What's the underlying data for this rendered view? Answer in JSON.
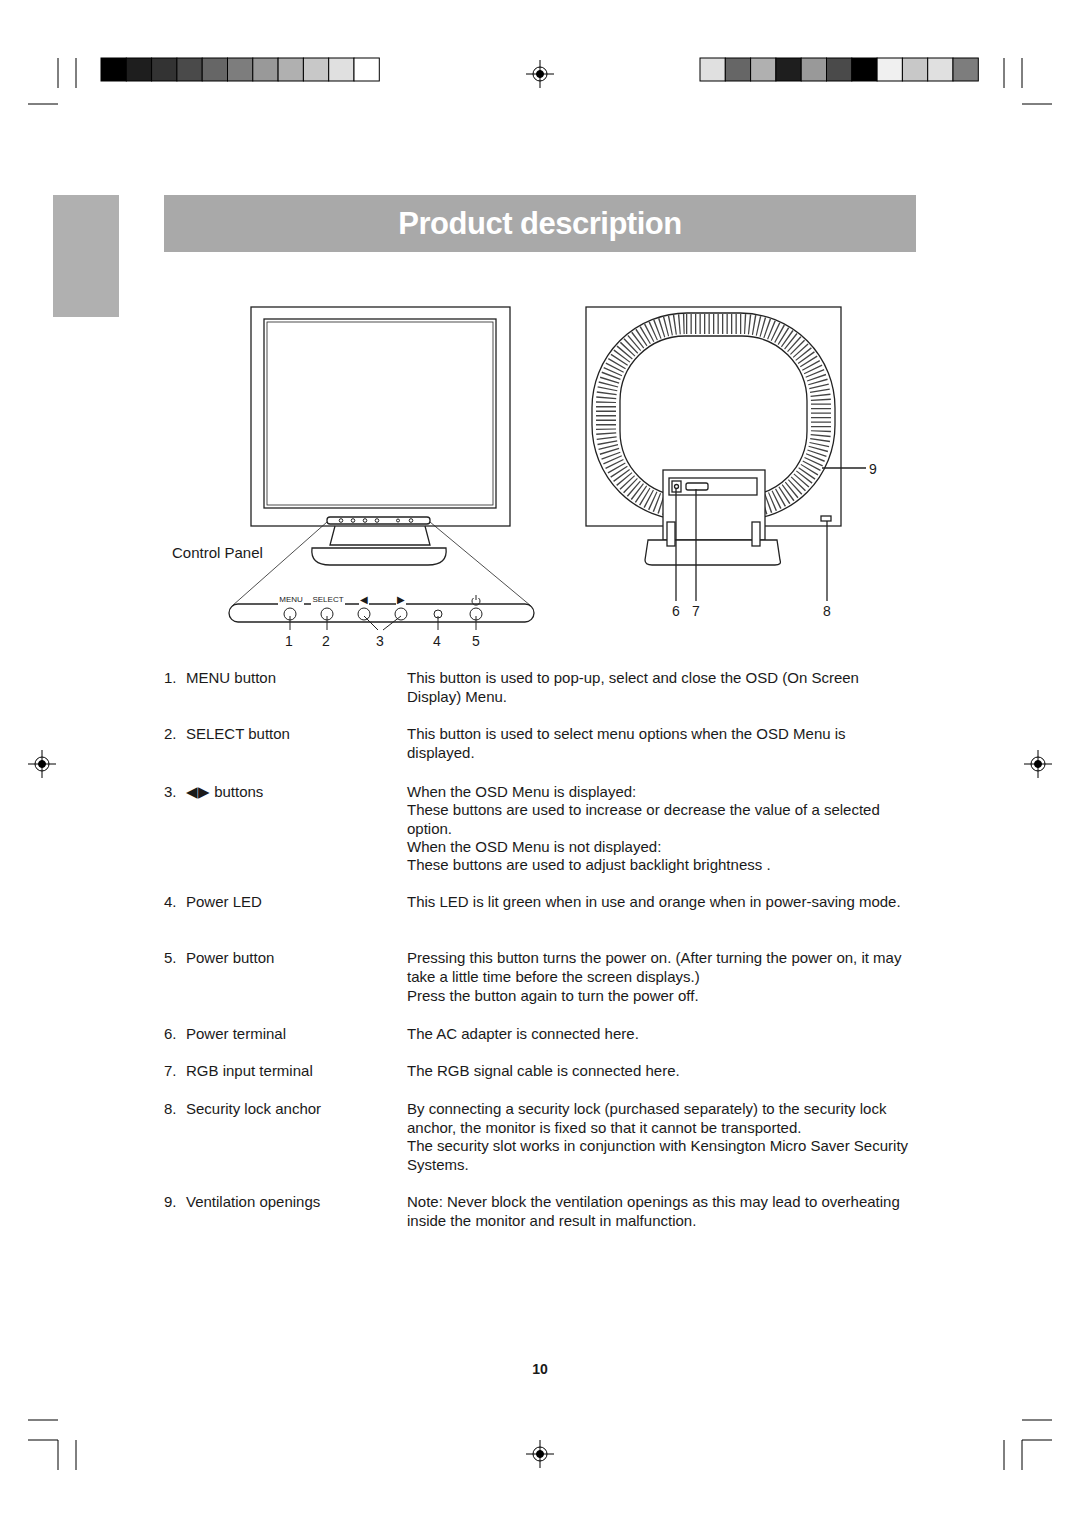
{
  "diagram": {
    "title": "Product description",
    "labels": [
      "Control Panel",
      "MENU",
      "SELECT",
      "◀",
      "▶",
      "1",
      "2",
      "3",
      "4",
      "5",
      "6",
      "7",
      "8",
      "9",
      "1.",
      "MENU button",
      "This button is used to pop-up, select and close the OSD (On Screen Display) Menu.",
      "2.",
      "SELECT button",
      "This button is used to select menu options when the OSD Menu is displayed.",
      "3.",
      "◀▶ buttons",
      "When the OSD Menu is displayed:",
      "These buttons are used to increase or decrease the value of a selected option.",
      "When the OSD Menu is not displayed:",
      "These buttons are used to adjust backlight brightness .",
      "4.",
      "Power LED",
      "This LED is lit green when in use and orange when in power-saving mode.",
      "5.",
      "Power button",
      "Pressing this button turns the power on. (After turning the power on, it may take a little time before the screen displays.)",
      "Press the button again to turn the power off.",
      "6.",
      "Power terminal",
      "The AC adapter is connected here.",
      "7.",
      "RGB input terminal",
      "The RGB signal cable is connected here.",
      "8.",
      "Security lock anchor",
      "By connecting a security lock (purchased separately) to the security lock anchor, the monitor is fixed so that it cannot be transported.",
      "The security slot works in conjunction with Kensington Micro Saver Security Systems.",
      "9.",
      "Ventilation openings",
      "Note: Never block the ventilation openings as this may lead to overheating inside the monitor and result in malfunction.",
      "10"
    ]
  }
}
